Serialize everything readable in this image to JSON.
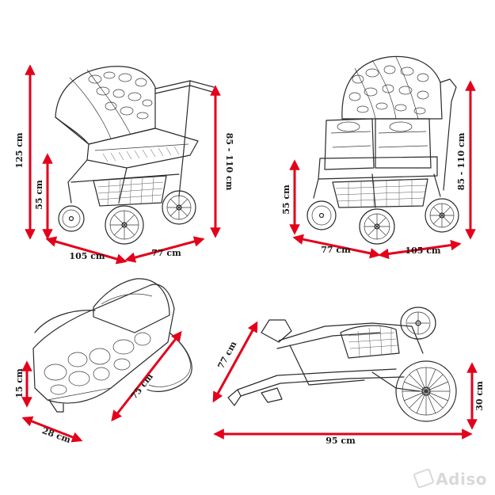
{
  "arrow_color": "#e3001b",
  "views": {
    "single_stroller": {
      "height_total": "125 cm",
      "seat_height": "55 cm",
      "handle_height": "85 - 110 cm",
      "length": "105 cm",
      "width": "77 cm"
    },
    "twin_stroller": {
      "seat_height": "55 cm",
      "handle_height": "85 - 110 cm",
      "width": "77 cm",
      "length": "105 cm"
    },
    "carrycot": {
      "height": "15 cm",
      "width": "28 cm",
      "length": "75 cm"
    },
    "folded_frame": {
      "width": "77 cm",
      "height": "30 cm",
      "length": "95 cm"
    }
  },
  "watermark": {
    "text": "Adiso",
    "icon": "tag-icon"
  }
}
